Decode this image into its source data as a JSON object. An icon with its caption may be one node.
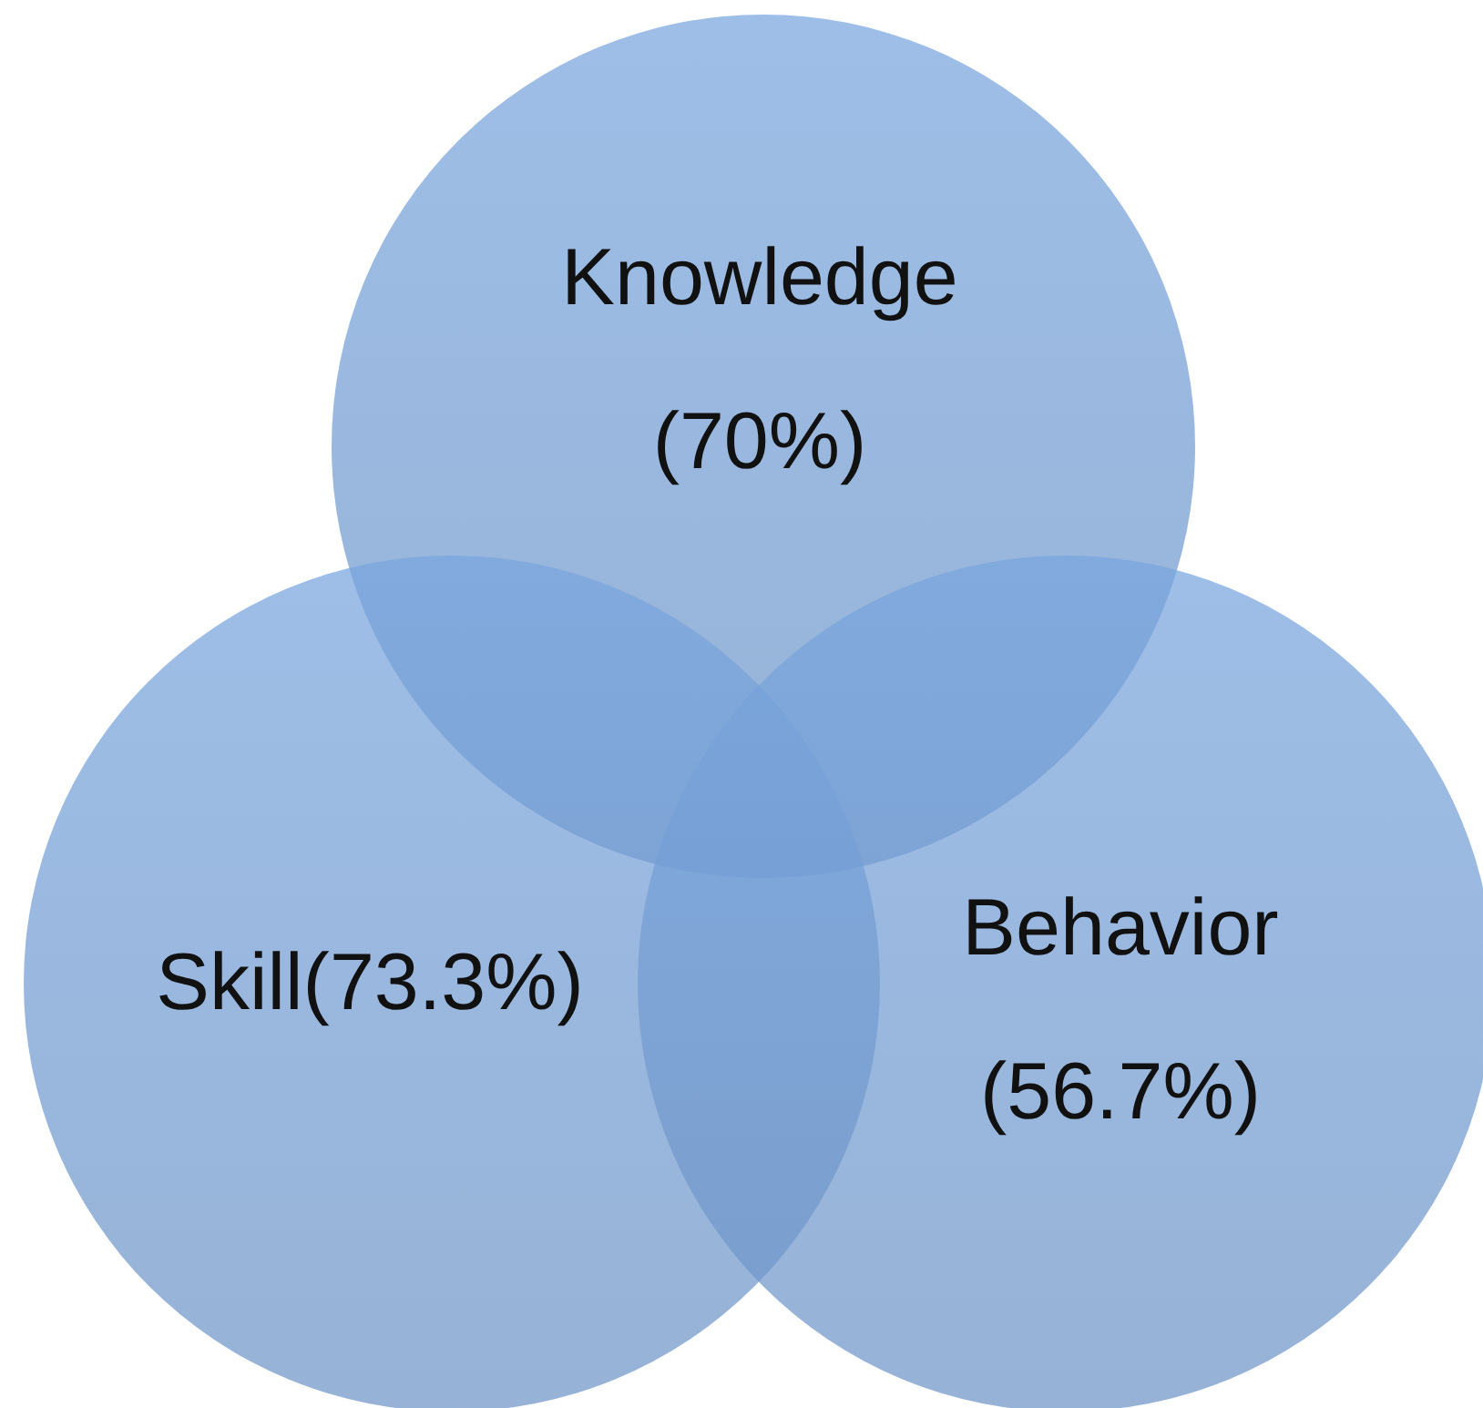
{
  "diagram": {
    "nodes": [
      {
        "text": [
          "Knowledge (70%)"
        ]
      },
      {
        "text": [
          "Skill(73.3%)"
        ]
      },
      {
        "text": [
          "Behavior (56.7%)"
        ]
      }
    ],
    "edges": []
  }
}
